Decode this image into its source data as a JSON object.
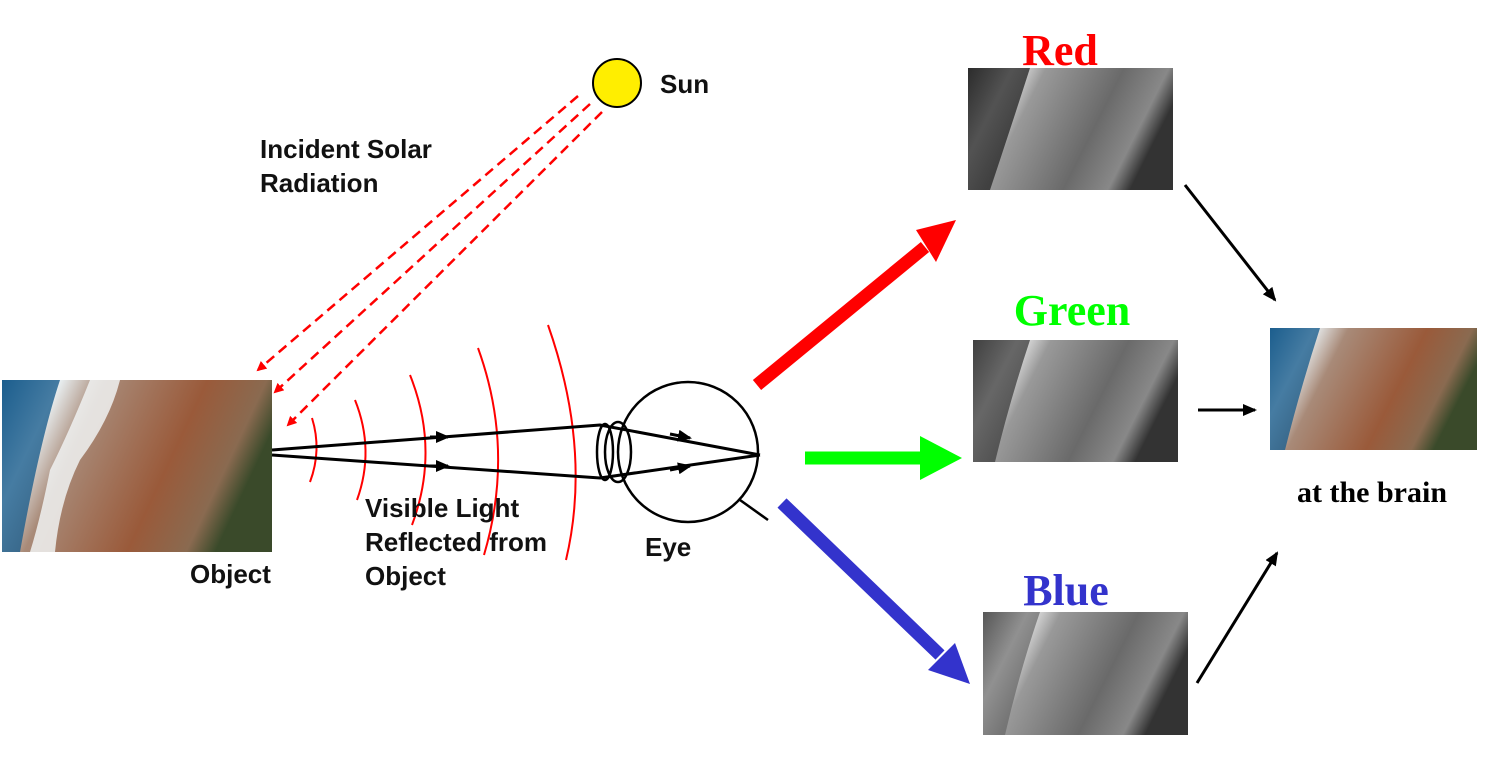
{
  "labels": {
    "sun": "Sun",
    "incident_line1": "Incident Solar",
    "incident_line2": "Radiation",
    "object": "Object",
    "visible_line1": "Visible Light",
    "visible_line2": "Reflected from",
    "visible_line3": "Object",
    "eye": "Eye",
    "red": "Red",
    "green": "Green",
    "blue": "Blue",
    "brain": "at the brain"
  },
  "colors": {
    "red": "#ff0000",
    "green": "#00ff00",
    "blue": "#3333cc",
    "sun": "#ffee00"
  }
}
